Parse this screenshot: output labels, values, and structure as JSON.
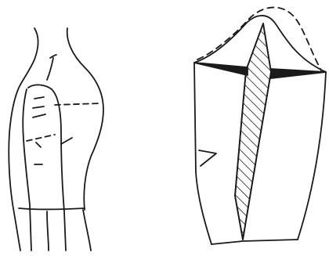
{
  "figure": {
    "ink_color": "#1a1a1a",
    "background_color": "#ffffff",
    "panels": [
      {
        "id": "bodice-with-sleeve",
        "style": "line drawing"
      },
      {
        "id": "sleeve-pattern",
        "style": "line drawing with hatched dart"
      }
    ]
  }
}
